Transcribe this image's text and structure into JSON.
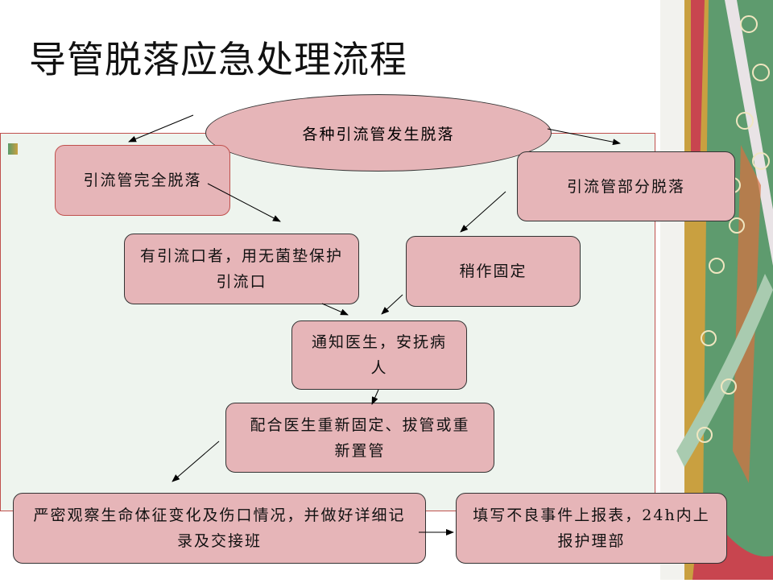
{
  "title": "导管脱落应急处理流程",
  "nodes": {
    "start": "各种引流管发生脱落",
    "complete": "引流管完全脱落",
    "partial": "引流管部分脱落",
    "protect": "有引流口者，用无菌垫保护引流口",
    "fix": "稍作固定",
    "notify": "通知医生，安抚病人",
    "assist": "配合医生重新固定、拔管或重新置管",
    "observe": "严密观察生命体征变化及伤口情况，并做好详细记录及交接班",
    "report": "填写不良事件上报表，24h内上报护理部"
  },
  "colors": {
    "node_fill": "#e6b5b8",
    "panel": "#eef4ee",
    "panel_border": "#c0504d"
  }
}
